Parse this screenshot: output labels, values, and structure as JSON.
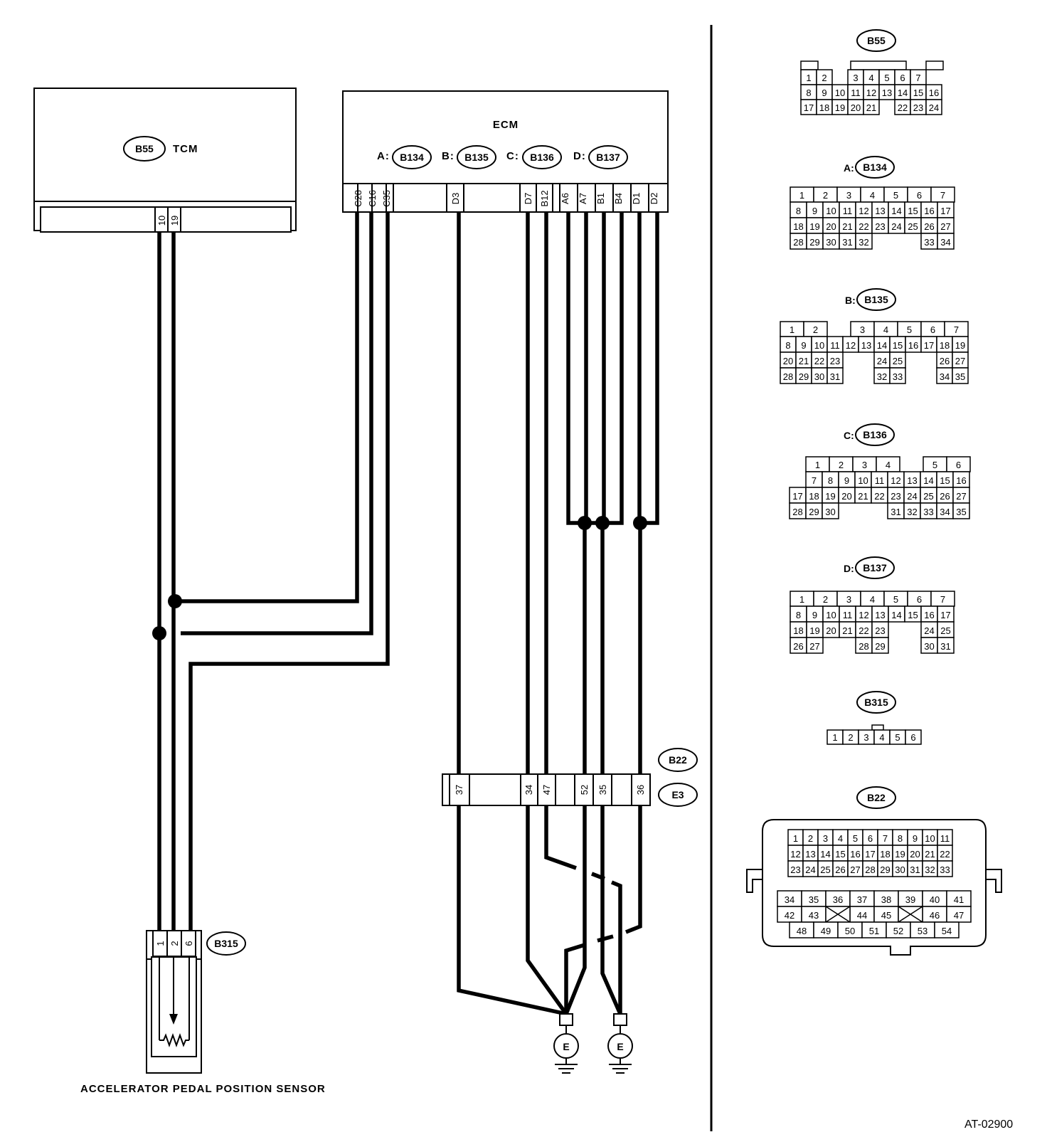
{
  "tcm": {
    "connector": "B55",
    "label": "TCM",
    "pins": [
      "10",
      "19"
    ]
  },
  "ecm": {
    "label": "ECM",
    "connectors": [
      {
        "prefix": "A:",
        "name": "B134"
      },
      {
        "prefix": "B:",
        "name": "B135"
      },
      {
        "prefix": "C:",
        "name": "B136"
      },
      {
        "prefix": "D:",
        "name": "B137"
      }
    ],
    "pins": [
      "C28",
      "C16",
      "C35",
      "D3",
      "D7",
      "B12",
      "A6",
      "A7",
      "B1",
      "B4",
      "D1",
      "D2"
    ]
  },
  "joint": {
    "top": "B22",
    "bottom": "E3",
    "pins": [
      "37",
      "34",
      "47",
      "52",
      "35",
      "36"
    ]
  },
  "sensor": {
    "connector": "B315",
    "pins": [
      "1",
      "2",
      "6"
    ],
    "label": "ACCELERATOR PEDAL POSITION SENSOR"
  },
  "ground_label": "E",
  "figure_id": "AT-02900",
  "connector_views": {
    "b55": {
      "title": "B55",
      "rows": [
        [
          "1",
          "2",
          "",
          "3",
          "4",
          "5",
          "6",
          "7"
        ],
        [
          "8",
          "9",
          "10",
          "11",
          "12",
          "13",
          "14",
          "15",
          "16"
        ],
        [
          "17",
          "18",
          "19",
          "20",
          "21",
          "",
          "22",
          "23",
          "24"
        ]
      ]
    },
    "b134": {
      "title": "B134",
      "prefix": "A:",
      "rows": [
        [
          "1",
          "2",
          "3",
          "4",
          "5",
          "6",
          "7"
        ],
        [
          "8",
          "9",
          "10",
          "11",
          "12",
          "13",
          "14",
          "15",
          "16",
          "17"
        ],
        [
          "18",
          "19",
          "20",
          "21",
          "22",
          "23",
          "24",
          "25",
          "26",
          "27"
        ],
        [
          "28",
          "29",
          "30",
          "31",
          "32",
          "",
          "",
          "",
          "33",
          "34"
        ]
      ]
    },
    "b135": {
      "title": "B135",
      "prefix": "B:",
      "rows": [
        [
          "1",
          "2",
          "",
          "3",
          "4",
          "5",
          "6",
          "7"
        ],
        [
          "8",
          "9",
          "10",
          "11",
          "12",
          "13",
          "14",
          "15",
          "16",
          "17",
          "18",
          "19"
        ],
        [
          "20",
          "21",
          "22",
          "23",
          "",
          "",
          "24",
          "25",
          "",
          "",
          "26",
          "27"
        ],
        [
          "28",
          "29",
          "30",
          "31",
          "",
          "",
          "32",
          "33",
          "",
          "",
          "34",
          "35"
        ]
      ]
    },
    "b136": {
      "title": "B136",
      "prefix": "C:",
      "rows": [
        [
          "1",
          "2",
          "3",
          "4",
          "",
          "5",
          "6"
        ],
        [
          "7",
          "8",
          "9",
          "10",
          "11",
          "12",
          "13",
          "14",
          "15",
          "16"
        ],
        [
          "17",
          "18",
          "19",
          "20",
          "21",
          "22",
          "23",
          "24",
          "25",
          "26",
          "27"
        ],
        [
          "28",
          "29",
          "30",
          "",
          "",
          "",
          "31",
          "32",
          "33",
          "34",
          "35"
        ]
      ]
    },
    "b137": {
      "title": "B137",
      "prefix": "D:",
      "rows": [
        [
          "1",
          "2",
          "3",
          "4",
          "5",
          "6",
          "7"
        ],
        [
          "8",
          "9",
          "10",
          "11",
          "12",
          "13",
          "14",
          "15",
          "16",
          "17"
        ],
        [
          "18",
          "19",
          "20",
          "21",
          "22",
          "23",
          "",
          "",
          "24",
          "25"
        ],
        [
          "26",
          "27",
          "",
          "",
          "28",
          "29",
          "",
          "",
          "30",
          "31"
        ]
      ]
    },
    "b315": {
      "title": "B315",
      "pins": [
        "1",
        "2",
        "3",
        "4",
        "5",
        "6"
      ]
    },
    "b22": {
      "title": "B22",
      "rows": [
        [
          "1",
          "2",
          "3",
          "4",
          "5",
          "6",
          "7",
          "8",
          "9",
          "10",
          "11"
        ],
        [
          "12",
          "13",
          "14",
          "15",
          "16",
          "17",
          "18",
          "19",
          "20",
          "21",
          "22"
        ],
        [
          "23",
          "24",
          "25",
          "26",
          "27",
          "28",
          "29",
          "30",
          "31",
          "32",
          "33"
        ]
      ],
      "lower_rows": [
        [
          "34",
          "35",
          "36",
          "37",
          "38",
          "39",
          "40",
          "41"
        ],
        [
          "42",
          "43",
          "",
          "44",
          "45",
          "",
          "46",
          "47"
        ],
        [
          "48",
          "49",
          "50",
          "51",
          "52",
          "53",
          "54"
        ]
      ]
    }
  }
}
